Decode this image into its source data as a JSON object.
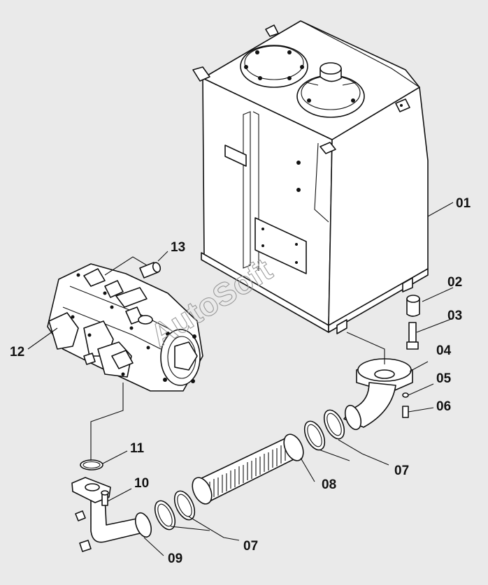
{
  "watermark": "AutoSoft",
  "callouts": [
    {
      "id": "hydraulic-tank",
      "text": "01"
    },
    {
      "id": "spacer",
      "text": "02"
    },
    {
      "id": "tank-bolt",
      "text": "03"
    },
    {
      "id": "outlet-flange-elbow",
      "text": "04"
    },
    {
      "id": "washer",
      "text": "05"
    },
    {
      "id": "flange-bolt",
      "text": "06"
    },
    {
      "id": "hose-clamps-upper",
      "text": "07"
    },
    {
      "id": "suction-hose",
      "text": "08"
    },
    {
      "id": "suction-pipe",
      "text": "09"
    },
    {
      "id": "pipe-flange-bolt",
      "text": "10"
    },
    {
      "id": "o-ring",
      "text": "11"
    },
    {
      "id": "hydraulic-pump",
      "text": "12"
    },
    {
      "id": "pump-bolt",
      "text": "13"
    },
    {
      "id": "hose-clamps-lower",
      "text": "07"
    }
  ]
}
